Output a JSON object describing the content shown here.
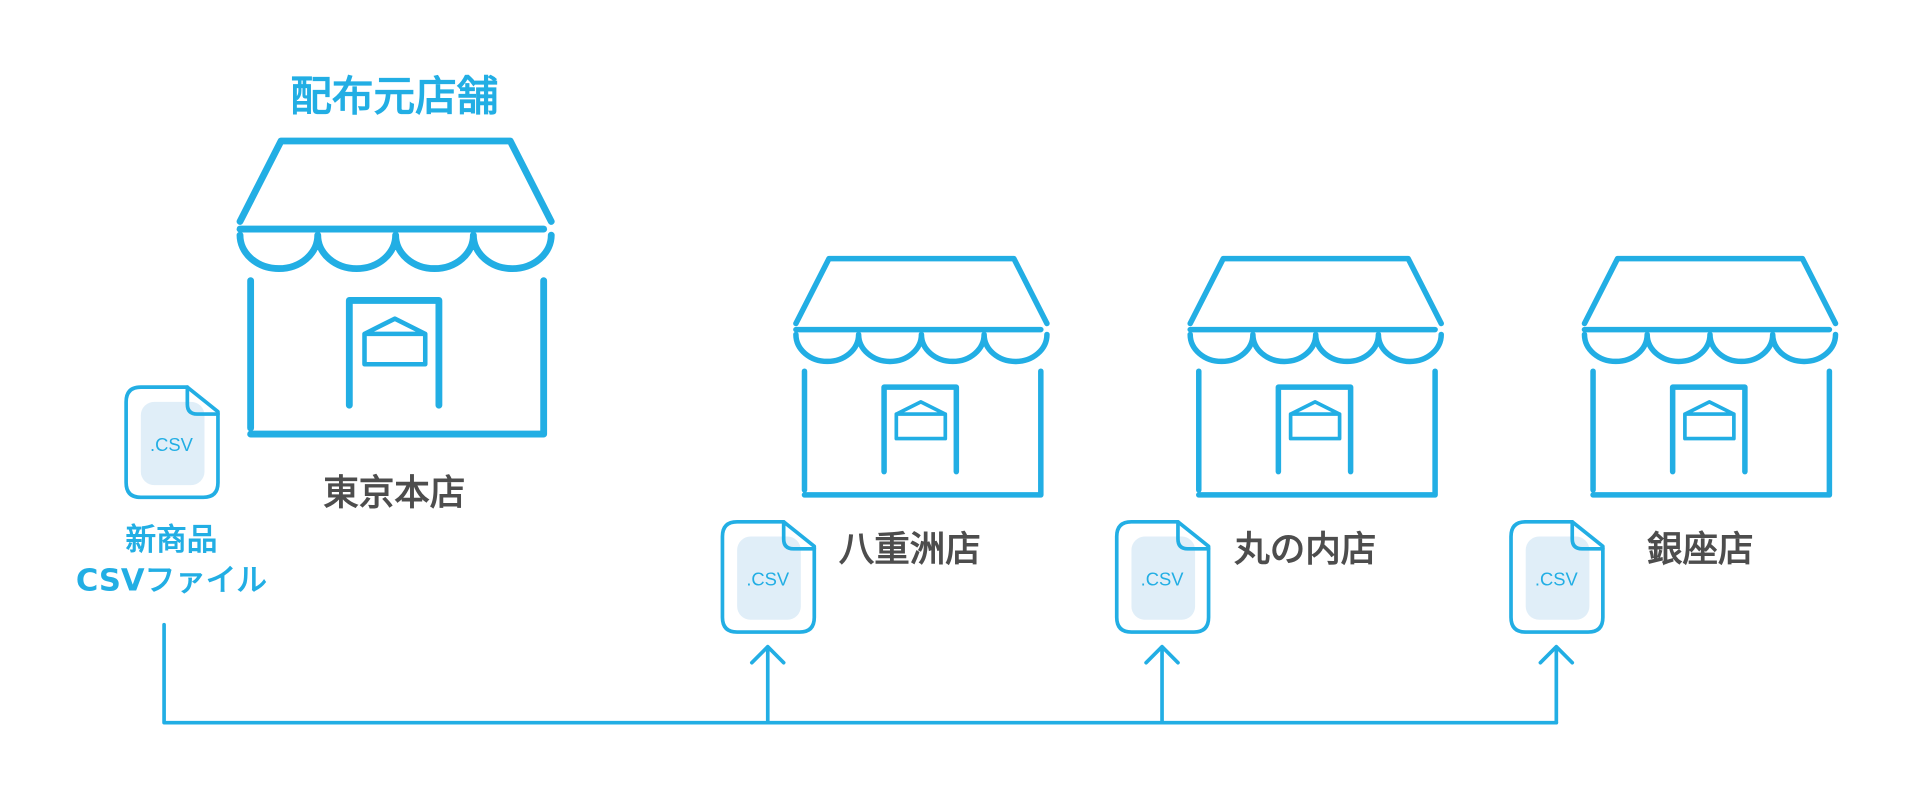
{
  "title": "配布元店舗",
  "source_store": {
    "name": "東京本店"
  },
  "source_file": {
    "label_line1": "新商品",
    "label_line2": "CSVファイル",
    "icon_text": ".CSV"
  },
  "target_stores": [
    {
      "name": "八重洲店",
      "file_icon_text": ".CSV"
    },
    {
      "name": "丸の内店",
      "file_icon_text": ".CSV"
    },
    {
      "name": "銀座店",
      "file_icon_text": ".CSV"
    }
  ],
  "colors": {
    "accent": "#22aee4",
    "text": "#4d4d4d",
    "file_fill": "#e0eef8"
  },
  "icons": [
    "store-icon",
    "csv-file-icon",
    "arrow-up-icon"
  ]
}
